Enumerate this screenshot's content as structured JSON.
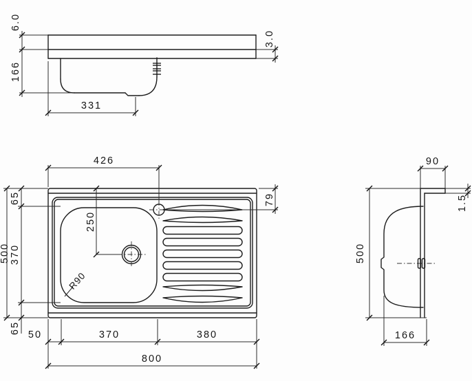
{
  "drawing": {
    "elevation": {
      "apron_height": "6.0",
      "bowl_depth": "166",
      "drain_center_from_left": "331",
      "rear_edge_drop": "3.0"
    },
    "plan": {
      "tap_from_left": "426",
      "tap_from_back": "79",
      "back_margin": "65",
      "total_depth": "500",
      "bowl_length": "370",
      "drain_from_back": "250",
      "corner_radius": "R90",
      "front_margin": "65",
      "left_margin": "50",
      "bowl_width": "370",
      "drainboard_width": "380",
      "total_width": "800"
    },
    "side": {
      "back_ledge_height": "90",
      "ledge_thickness": "1.5",
      "total_depth": "500",
      "bowl_depth": "166"
    }
  }
}
